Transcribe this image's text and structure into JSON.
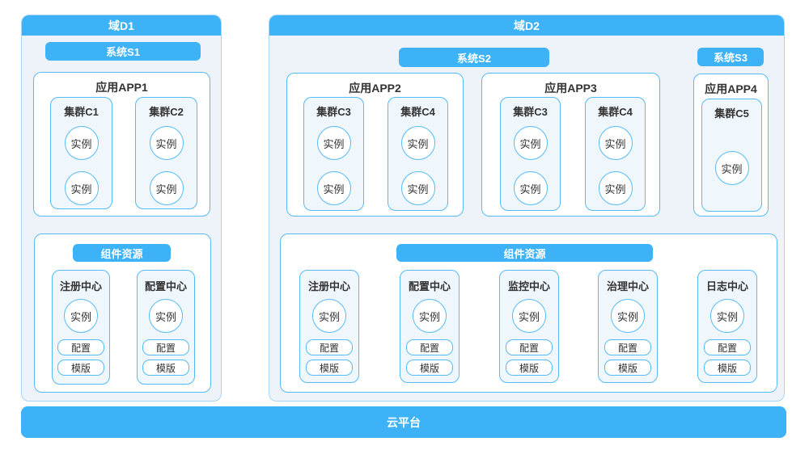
{
  "colors": {
    "accent_blue": "#3db2f7",
    "border_blue": "#55bbf7",
    "panel_bg": "#eff6fc",
    "domain_bg": "#eef3f9"
  },
  "d1": {
    "title": "域D1",
    "system": "系统S1",
    "app": {
      "title": "应用APP1",
      "clusters": [
        {
          "title": "集群C1",
          "instances": [
            "实例",
            "实例"
          ]
        },
        {
          "title": "集群C2",
          "instances": [
            "实例",
            "实例"
          ]
        }
      ]
    },
    "resources": {
      "title": "组件资源",
      "centers": [
        {
          "title": "注册中心",
          "instance": "实例",
          "chips": [
            "配置",
            "模版"
          ]
        },
        {
          "title": "配置中心",
          "instance": "实例",
          "chips": [
            "配置",
            "模版"
          ]
        }
      ]
    }
  },
  "d2": {
    "title": "域D2",
    "system_s2": "系统S2",
    "system_s3": "系统S3",
    "apps": [
      {
        "title": "应用APP2",
        "clusters": [
          {
            "title": "集群C3",
            "instances": [
              "实例",
              "实例"
            ]
          },
          {
            "title": "集群C4",
            "instances": [
              "实例",
              "实例"
            ]
          }
        ]
      },
      {
        "title": "应用APP3",
        "clusters": [
          {
            "title": "集群C3",
            "instances": [
              "实例",
              "实例"
            ]
          },
          {
            "title": "集群C4",
            "instances": [
              "实例",
              "实例"
            ]
          }
        ]
      },
      {
        "title": "应用APP4",
        "clusters": [
          {
            "title": "集群C5",
            "instances": [
              "实例"
            ]
          }
        ]
      }
    ],
    "resources": {
      "title": "组件资源",
      "centers": [
        {
          "title": "注册中心",
          "instance": "实例",
          "chips": [
            "配置",
            "模版"
          ]
        },
        {
          "title": "配置中心",
          "instance": "实例",
          "chips": [
            "配置",
            "模版"
          ]
        },
        {
          "title": "监控中心",
          "instance": "实例",
          "chips": [
            "配置",
            "模版"
          ]
        },
        {
          "title": "治理中心",
          "instance": "实例",
          "chips": [
            "配置",
            "模版"
          ]
        },
        {
          "title": "日志中心",
          "instance": "实例",
          "chips": [
            "配置",
            "模版"
          ]
        }
      ]
    }
  },
  "platform": {
    "title": "云平台"
  }
}
